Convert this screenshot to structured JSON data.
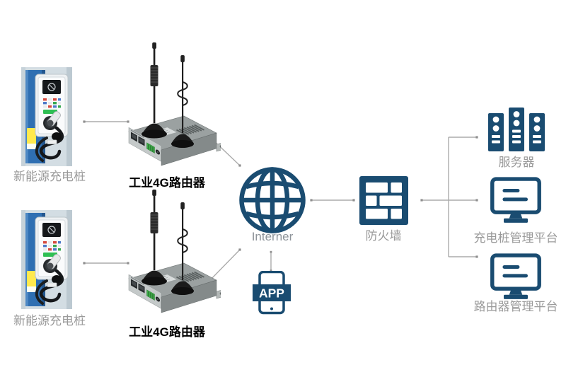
{
  "diagram_title": "Industrial 4G router EV-charging network topology",
  "colors": {
    "icon_blue": "#1a4c71",
    "line_gray": "#ababab",
    "line_end_gray": "#8f8f8f",
    "label_gray": "#9a9a9a",
    "label_black": "#000000",
    "app_text_white": "#ffffff"
  },
  "icons": {
    "globe": "internet-globe-icon",
    "firewall": "brick-wall-firewall-icon",
    "server": "server-rack-icon",
    "monitor": "desktop-monitor-icon",
    "app": "smartphone-app-icon",
    "router_photo": "industrial-4g-router-photo",
    "charger_photo": "ev-charging-station-photo"
  },
  "nodes": {
    "charger1": {
      "label": "新能源充电桩"
    },
    "charger2": {
      "label": "新能源充电桩"
    },
    "router1": {
      "label": "工业4G路由器"
    },
    "router2": {
      "label": "工业4G路由器"
    },
    "internet": {
      "label": "Interner"
    },
    "firewall": {
      "label": "防火墙"
    },
    "server": {
      "label": "服务器"
    },
    "charger_platform": {
      "label": "充电桩管理平台"
    },
    "router_platform": {
      "label": "路由器管理平台"
    },
    "app": {
      "label": "APP"
    }
  },
  "connections": [
    "charger1 - router1",
    "router1 - internet",
    "charger2 - router2",
    "router2 - internet",
    "internet - firewall",
    "internet - app",
    "firewall - server",
    "firewall - charger_platform",
    "firewall - router_platform"
  ]
}
